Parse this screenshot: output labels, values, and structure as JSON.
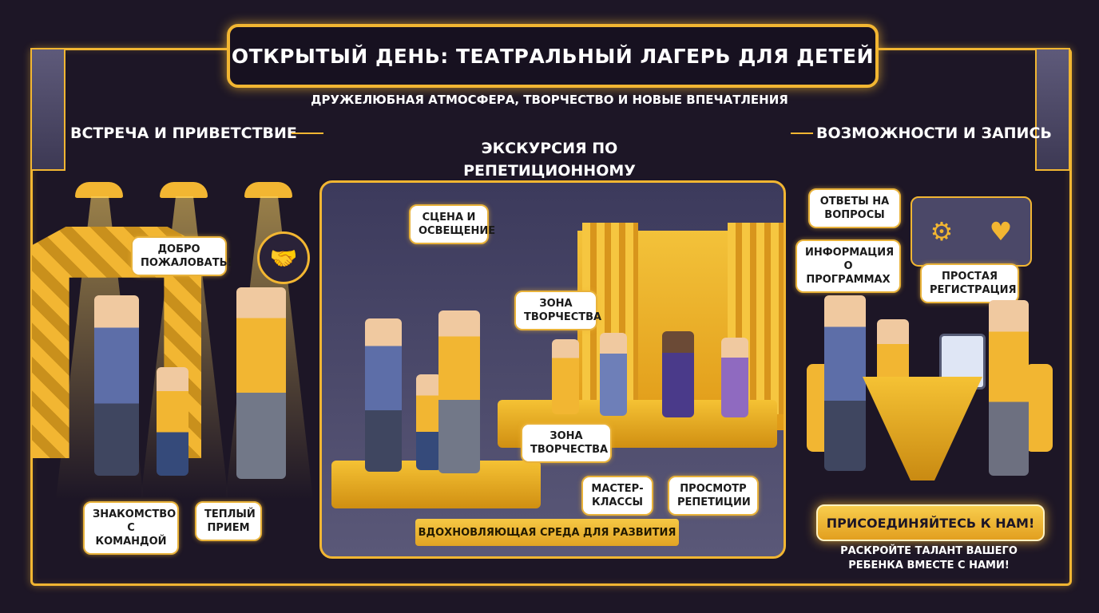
{
  "header": {
    "title": "ОТКРЫТЫЙ ДЕНЬ: ТЕАТРАЛЬНЫЙ ЛАГЕРЬ ДЛЯ ДЕТЕЙ",
    "subtitle": "ДРУЖЕЛЮБНАЯ АТМОСФЕРА, ТВОРЧЕСТВО И НОВЫЕ ВПЕЧАТЛЕНИЯ"
  },
  "left": {
    "title": "ВСТРЕЧА И ПРИВЕТСТВИЕ",
    "welcome": "ДОБРО ПОЖАЛОВАТЬ!",
    "team": "ЗНАКОМСТВО С КОМАНДОЙ",
    "warm": "ТЕПЛЫЙ ПРИЕМ",
    "icon": "handshake-icon"
  },
  "center": {
    "title": "ЭКСКУРСИЯ ПО РЕПЕТИЦИОННОМУ ПРОСТРАНСТВУ",
    "stage": "СЦЕНА И ОСВЕЩЕНИЕ",
    "creative_top": "ЗОНА ТВОРЧЕСТВА",
    "creative_bottom": "ЗОНА ТВОРЧЕСТВА",
    "master": "МАСТЕР-КЛАССЫ",
    "rehearsal": "ПРОСМОТР РЕПЕТИЦИИ",
    "ribbon": "ВДОХНОВЛЯЮЩАЯ СРЕДА ДЛЯ РАЗВИТИЯ"
  },
  "right": {
    "title": "ВОЗМОЖНОСТИ И ЗАПИСЬ",
    "answers": "ОТВЕТЫ НА ВОПРОСЫ",
    "info": "ИНФОРМАЦИЯ О ПРОГРАММАХ",
    "registration": "ПРОСТАЯ РЕГИСТРАЦИЯ",
    "join": "ПРИСОЕДИНЯЙТЕСЬ К НАМ!",
    "join_text": "РАСКРОЙТЕ ТАЛАНТ ВАШЕГО РЕБЕНКА ВМЕСТЕ С НАМИ!"
  },
  "colors": {
    "background": "#1d1626",
    "accent": "#f2b632"
  }
}
